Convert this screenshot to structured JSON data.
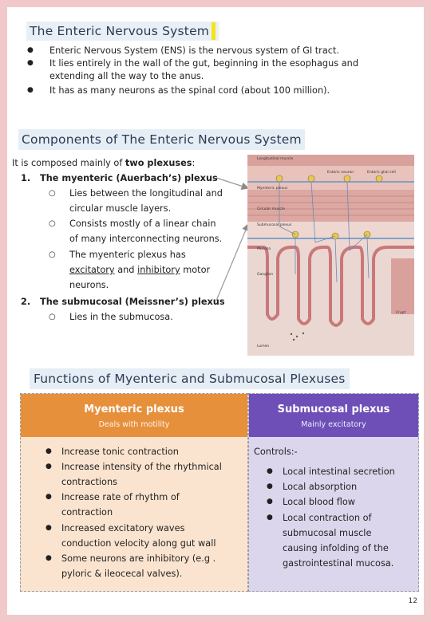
{
  "intro": {
    "title": "The Enteric Nervous System",
    "bullets": [
      "Enteric Nervous System (ENS) is the  nervous system of GI tract.",
      "It lies entirely in the wall of the gut, beginning  in the esophagus and",
      "extending all the way to  the anus.",
      "It has as many neurons as the spinal cord (about  100 million)."
    ]
  },
  "components": {
    "title": "Components of The Enteric Nervous System",
    "lead_pre": "It is composed mainly of  ",
    "lead_bold": "two plexuses",
    "lead_post": ":",
    "item1_num": "1.",
    "item1_title": "The myenteric (Auerbach’s)  plexus",
    "item1_sub": [
      "Lies between the longitudinal and",
      "circular muscle layers.",
      "Consists mostly of a linear chain",
      "of many interconnecting neurons.",
      "The myenteric plexus has"
    ],
    "excitatory": "excitatory",
    "and": " and ",
    "inhibitory": "inhibitory",
    "motor": "  motor",
    "neurons": "neurons.",
    "item2_num": "2.",
    "item2_title": "The submucosal (Meissner’s)  plexus",
    "item2_sub": "Lies in the submucosa."
  },
  "figure_labels": {
    "longitudinal": "Longitudinal muscle",
    "myenteric": "Myenteric plexus",
    "circular": "Circular muscle",
    "submucosal": "Submucosal plexus",
    "mucosa": "Mucosa",
    "lumen": "Lumen",
    "ganglion": "Ganglion",
    "crypt": "Crypt",
    "enteric": "Enteric glial cell",
    "enteric2": "Enteric neuron"
  },
  "functions": {
    "title": "Functions of Myenteric and Submucosal Plexuses",
    "left": {
      "header": "Myenteric plexus",
      "sub": "Deals with motility",
      "items": [
        "Increase tonic contraction",
        "Increase intensity of the rhythmical",
        "contractions",
        "Increase rate of rhythm of",
        "contraction",
        "Increased excitatory waves",
        "conduction velocity along  gut wall",
        "Some neurons are  inhibitory (e.g .",
        "pyloric &  ileocecal valves)."
      ]
    },
    "right": {
      "header": "Submucosal  plexus",
      "sub": "Mainly excitatory",
      "controls": "Controls:-",
      "items": [
        "Local intestinal secretion",
        "Local absorption",
        "Local blood flow",
        "Local contraction  of",
        "submucosal  muscle",
        "causing infolding of the",
        "gastrointestinal  mucosa."
      ]
    }
  },
  "page_number": "12",
  "colors": {
    "orange": "#e7903c",
    "purple": "#6e4fb8",
    "title_bg": "#e6eef5",
    "border": "#f2c9cb"
  }
}
